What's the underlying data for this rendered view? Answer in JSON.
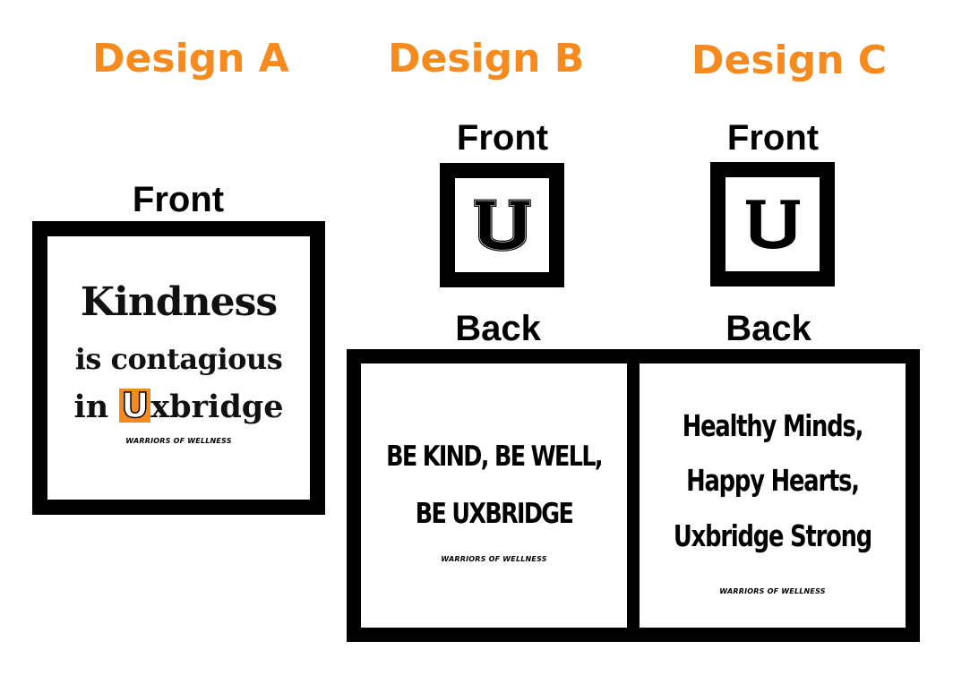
{
  "designs": {
    "a": {
      "heading": "Design A",
      "front_label": "Front",
      "line1": "Kindness",
      "line2": "is contagious",
      "line3_prefix": "in ",
      "line3_letter": "U",
      "line3_suffix": "xbridge",
      "tagline": "WARRIORS OF WELLNESS"
    },
    "b": {
      "heading": "Design B",
      "front_label": "Front",
      "front_letter": "U",
      "back_label": "Back",
      "back_line1": "BE KIND, BE WELL,",
      "back_line2": "BE UXBRIDGE",
      "tagline": "WARRIORS OF WELLNESS"
    },
    "c": {
      "heading": "Design C",
      "front_label": "Front",
      "front_letter": "U",
      "back_label": "Back",
      "back_line1": "Healthy Minds,",
      "back_line2": "Happy Hearts,",
      "back_line3": "Uxbridge Strong",
      "tagline": "WARRIORS OF WELLNESS"
    }
  },
  "colors": {
    "heading": "#f58a1f",
    "accent": "#f58a1f",
    "frame": "#000000"
  }
}
